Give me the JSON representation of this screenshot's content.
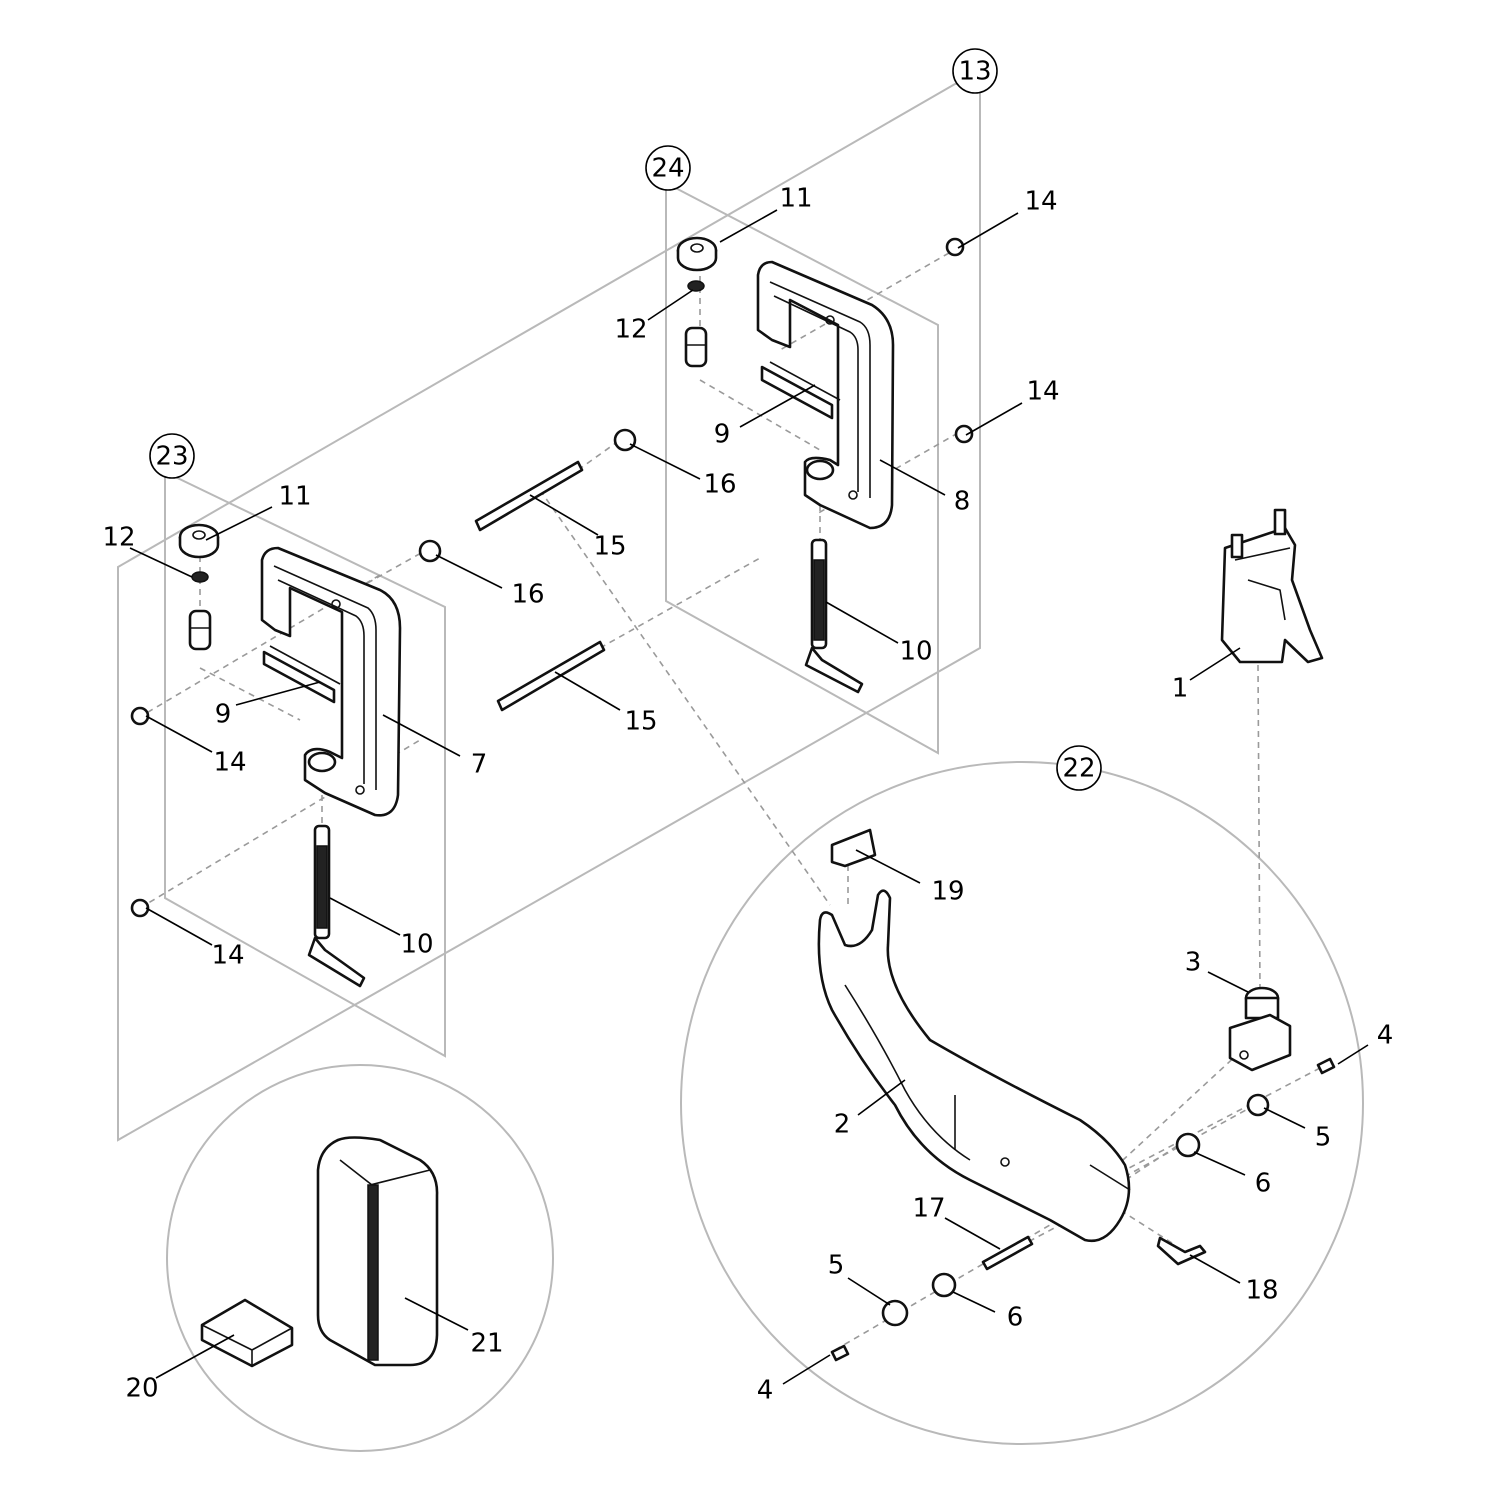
{
  "callouts": {
    "c1": "1",
    "c2": "2",
    "c3": "3",
    "c4a": "4",
    "c4b": "4",
    "c5a": "5",
    "c5b": "5",
    "c6a": "6",
    "c6b": "6",
    "c7": "7",
    "c8": "8",
    "c9a": "9",
    "c9b": "9",
    "c10a": "10",
    "c10b": "10",
    "c11a": "11",
    "c11b": "11",
    "c12a": "12",
    "c12b": "12",
    "c14a": "14",
    "c14b": "14",
    "c14c": "14",
    "c14d": "14",
    "c15a": "15",
    "c15b": "15",
    "c16a": "16",
    "c16b": "16",
    "c17": "17",
    "c18": "18",
    "c19": "19",
    "c20": "20",
    "c21": "21"
  },
  "group_labels": {
    "g13": "13",
    "g22": "22",
    "g23": "23",
    "g24": "24"
  },
  "colors": {
    "line": "#111111",
    "frame": "#b9b9b9",
    "background": "#ffffff"
  }
}
